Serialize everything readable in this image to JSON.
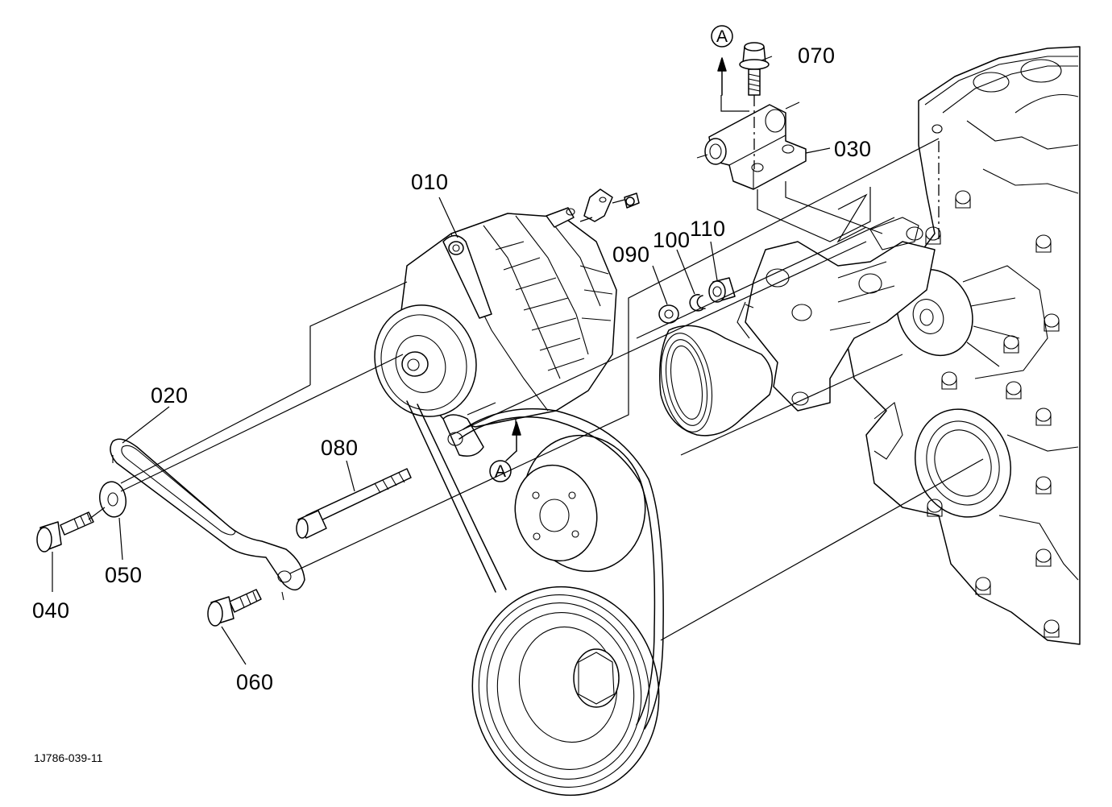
{
  "diagram": {
    "parts": [
      {
        "id": "010"
      },
      {
        "id": "020"
      },
      {
        "id": "030"
      },
      {
        "id": "040"
      },
      {
        "id": "050"
      },
      {
        "id": "060"
      },
      {
        "id": "070"
      },
      {
        "id": "080"
      },
      {
        "id": "090"
      },
      {
        "id": "100"
      },
      {
        "id": "110"
      }
    ],
    "view_marker": "A",
    "drawing_code": "1J786-039-11"
  }
}
